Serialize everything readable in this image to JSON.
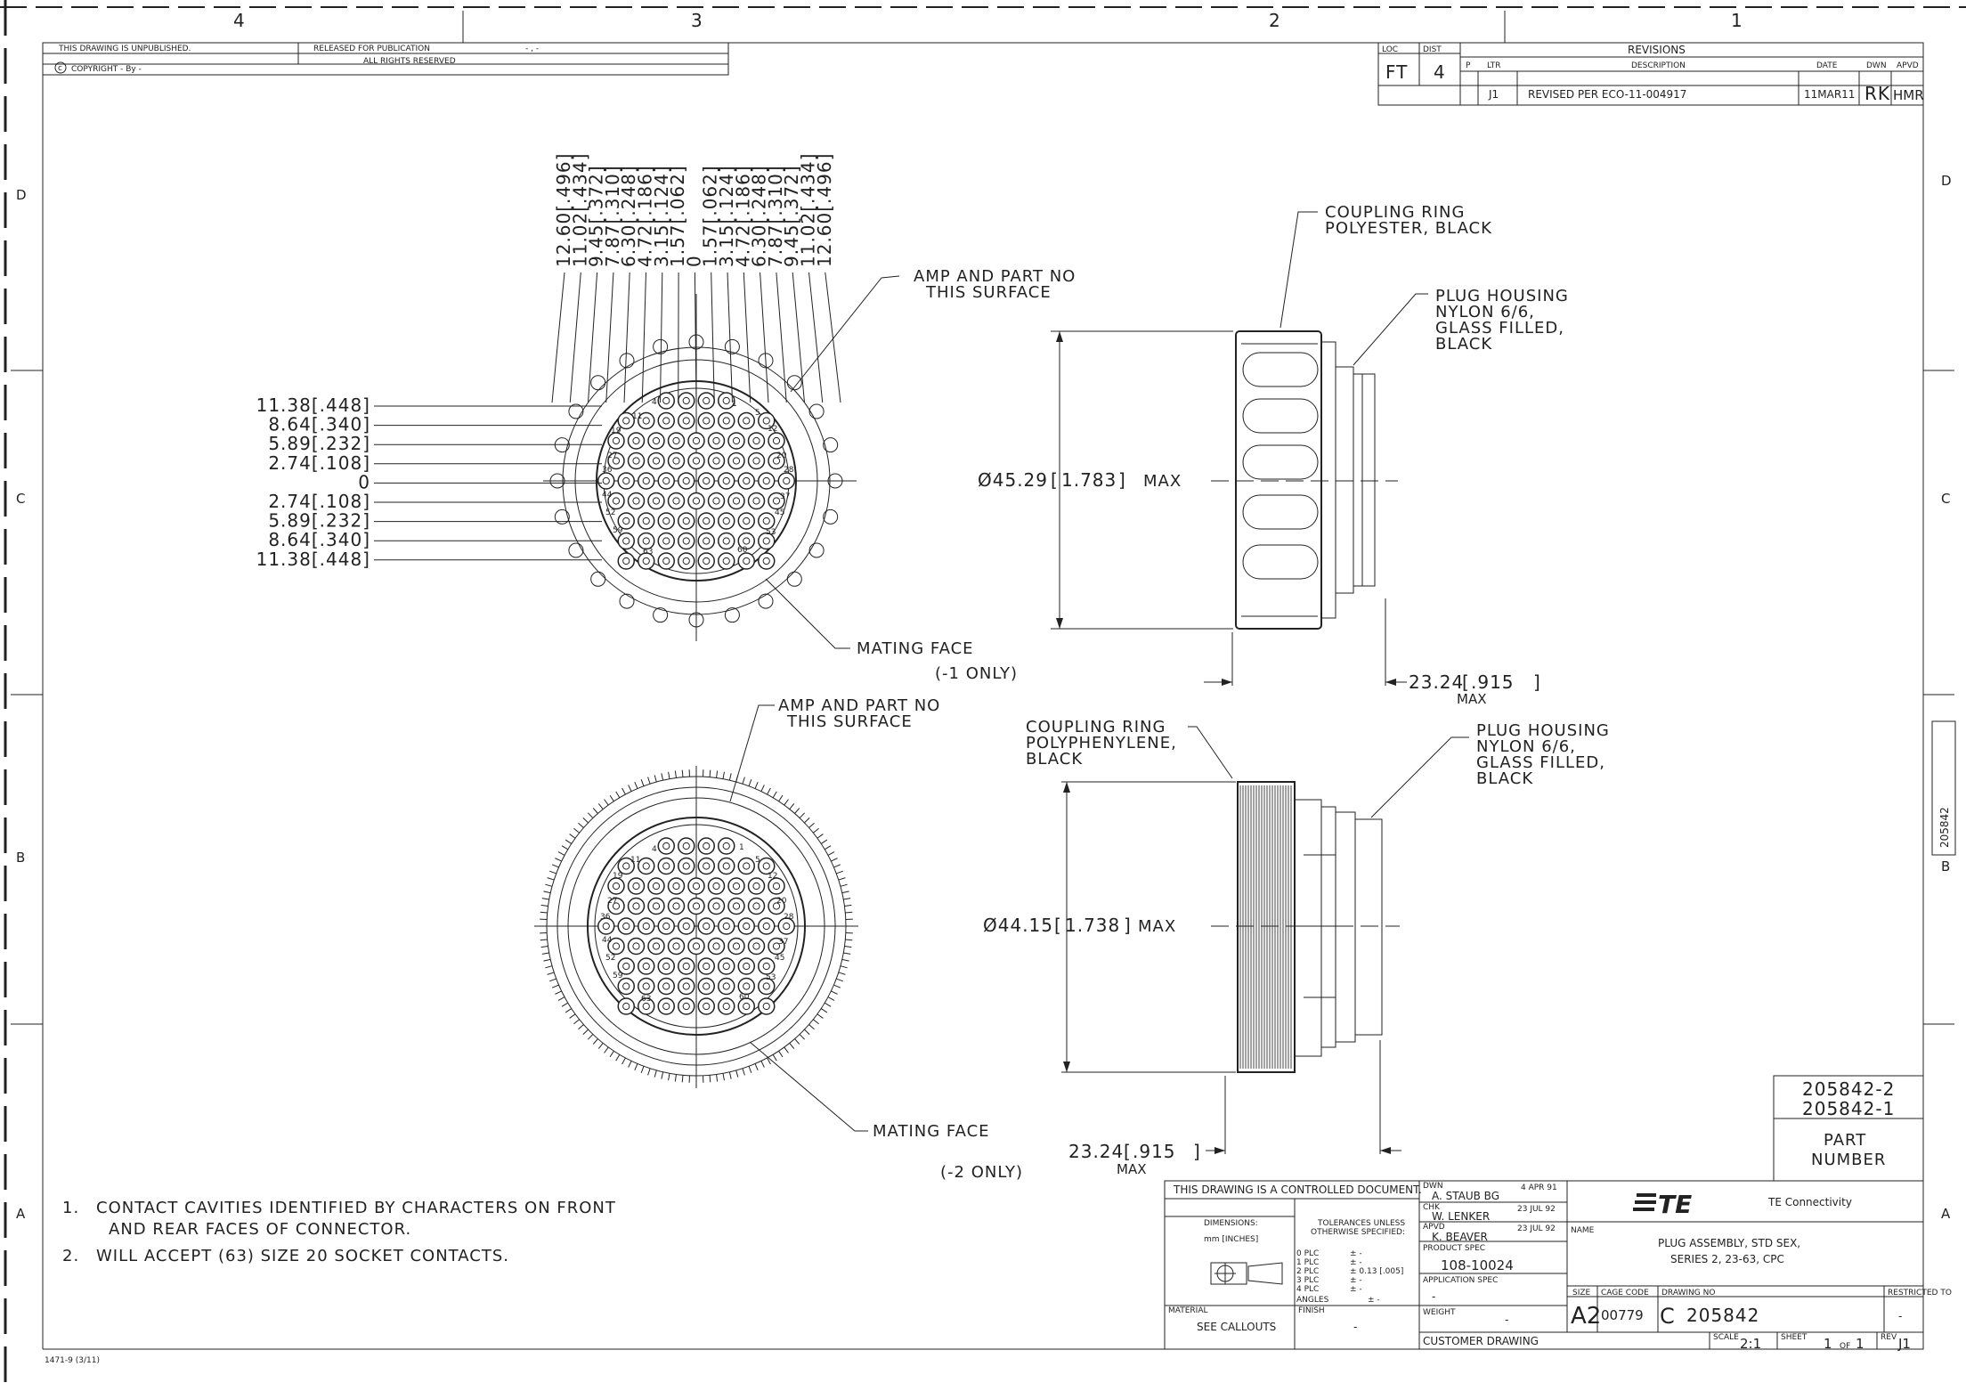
{
  "frame": {
    "col_labels": [
      "4",
      "3",
      "2",
      "1"
    ],
    "row_labels": [
      "D",
      "C",
      "B",
      "A"
    ],
    "form_code": "1471-9 (3/11)",
    "side_tab": "205842"
  },
  "top_block": {
    "unpublished": "THIS DRAWING IS UNPUBLISHED.",
    "released": "RELEASED FOR PUBLICATION",
    "released_value": "- , -",
    "copyright": "COPYRIGHT  -   By  -",
    "rights": "ALL RIGHTS RESERVED"
  },
  "revisions": {
    "loc_label": "LOC",
    "loc_value": "FT",
    "dist_label": "DIST",
    "dist_value": "4",
    "title": "REVISIONS",
    "headers": {
      "p": "P",
      "ltr": "LTR",
      "desc": "DESCRIPTION",
      "date": "DATE",
      "dwn": "DWN",
      "apvd": "APVD"
    },
    "row": {
      "ltr": "J1",
      "desc": "REVISED PER ECO-11-004917",
      "date": "11MAR11",
      "dwn": "RK",
      "apvd": "HMR"
    }
  },
  "view1": {
    "top_dims": [
      "12.60",
      ".496",
      "11.02",
      ".434",
      "9.45",
      ".372",
      "7.87",
      ".310",
      "6.30",
      ".248",
      "4.72",
      ".186",
      "3.15",
      ".124",
      "1.57",
      ".062",
      "0",
      "1.57",
      ".062",
      "3.15",
      ".124",
      "4.72",
      ".186",
      "6.30",
      ".248",
      "7.87",
      ".310",
      "9.45",
      ".372",
      "11.02",
      ".434",
      "12.60",
      ".496"
    ],
    "left_dims": [
      {
        "mm": "11.38",
        "in": ".448"
      },
      {
        "mm": "8.64",
        "in": ".340"
      },
      {
        "mm": "5.89",
        "in": ".232"
      },
      {
        "mm": "2.74",
        "in": ".108"
      },
      {
        "mm": "0",
        "in": ""
      },
      {
        "mm": "2.74",
        "in": ".108"
      },
      {
        "mm": "5.89",
        "in": ".232"
      },
      {
        "mm": "8.64",
        "in": ".340"
      },
      {
        "mm": "11.38",
        "in": ".448"
      }
    ],
    "callout_amp_1": "AMP AND PART NO",
    "callout_amp_2": "THIS SURFACE",
    "callout_mating": "MATING FACE",
    "note": "(-1 ONLY)",
    "pin_numbers": [
      "1",
      "4",
      "5",
      "11",
      "12",
      "19",
      "20",
      "27",
      "28",
      "36",
      "37",
      "44",
      "45",
      "52",
      "53",
      "59",
      "60",
      "63"
    ]
  },
  "view2": {
    "callout_ring_1": "COUPLING RING",
    "callout_ring_2": "POLYESTER, BLACK",
    "callout_housing_1": "PLUG HOUSING",
    "callout_housing_2": "NYLON 6/6,",
    "callout_housing_3": "GLASS FILLED,",
    "callout_housing_4": "BLACK",
    "diameter": "Ø45.29",
    "diameter_in": "1.783",
    "diameter_suffix": "MAX",
    "length": "23.24",
    "length_in": ".915",
    "length_suffix": "MAX"
  },
  "view3": {
    "callout_amp_1": "AMP AND PART NO",
    "callout_amp_2": "THIS SURFACE",
    "callout_mating": "MATING FACE",
    "note": "(-2 ONLY)",
    "pin_numbers": [
      "1",
      "4",
      "5",
      "11",
      "12",
      "19",
      "20",
      "27",
      "28",
      "36",
      "37",
      "44",
      "45",
      "52",
      "53",
      "59",
      "60",
      "63"
    ]
  },
  "view4": {
    "callout_ring_1": "COUPLING RING",
    "callout_ring_2": "POLYPHENYLENE,",
    "callout_ring_3": "BLACK",
    "callout_housing_1": "PLUG HOUSING",
    "callout_housing_2": "NYLON 6/6,",
    "callout_housing_3": "GLASS FILLED,",
    "callout_housing_4": "BLACK",
    "diameter": "Ø44.15",
    "diameter_in": "1.738",
    "diameter_suffix": "MAX",
    "length": "23.24",
    "length_in": ".915",
    "length_suffix": "MAX"
  },
  "notes": [
    {
      "num": "1.",
      "line1": "CONTACT CAVITIES IDENTIFIED BY CHARACTERS ON FRONT",
      "line2": "AND REAR FACES OF CONNECTOR."
    },
    {
      "num": "2.",
      "line1": "WILL ACCEPT (63) SIZE 20 SOCKET CONTACTS.",
      "line2": ""
    }
  ],
  "part_numbers": {
    "items": [
      "205842-2",
      "205842-1"
    ],
    "label_1": "PART",
    "label_2": "NUMBER"
  },
  "title_block": {
    "controlled": "THIS DRAWING IS A CONTROLLED DOCUMENT.",
    "dimensions_label": "DIMENSIONS:",
    "dimensions_value": "mm [INCHES]",
    "tolerances_1": "TOLERANCES UNLESS",
    "tolerances_2": "OTHERWISE SPECIFIED:",
    "tol_rows": [
      {
        "plc": "0 PLC",
        "val": "±  -"
      },
      {
        "plc": "1 PLC",
        "val": "±  -"
      },
      {
        "plc": "2 PLC",
        "val": "±  0.13 [.005]"
      },
      {
        "plc": "3 PLC",
        "val": "±  -"
      },
      {
        "plc": "4 PLC",
        "val": "±  -"
      },
      {
        "plc": "ANGLES",
        "val": "±  -"
      }
    ],
    "material_label": "MATERIAL",
    "material_value": "SEE CALLOUTS",
    "finish_label": "FINISH",
    "finish_value": "-",
    "dwn_label": "DWN",
    "dwn_name": "A. STAUB BG",
    "dwn_date": "4 APR 91",
    "chk_label": "CHK",
    "chk_name": "W. LENKER",
    "chk_date": "23 JUL 92",
    "apvd_label": "APVD",
    "apvd_name": "K. BEAVER",
    "apvd_date": "23 JUL 92",
    "product_spec_label": "PRODUCT SPEC",
    "product_spec": "108-10024",
    "application_spec_label": "APPLICATION SPEC",
    "application_spec": "-",
    "weight_label": "WEIGHT",
    "weight": "-",
    "customer": "CUSTOMER DRAWING",
    "logo_text": "TE",
    "company": "TE Connectivity",
    "name_label": "NAME",
    "name_1": "PLUG ASSEMBLY, STD SEX,",
    "name_2": "SERIES 2, 23-63, CPC",
    "size_label": "SIZE",
    "size": "A2",
    "cage_label": "CAGE CODE",
    "cage": "00779",
    "drawing_no_label": "DRAWING NO",
    "drawing_prefix": "C",
    "drawing_no": "205842",
    "restricted_label": "RESTRICTED TO",
    "restricted": "-",
    "scale_label": "SCALE",
    "scale": "2:1",
    "sheet_label": "SHEET",
    "sheet": "1",
    "sheet_of": "OF",
    "sheet_total": "1",
    "rev_label": "REV",
    "rev": "J1"
  }
}
